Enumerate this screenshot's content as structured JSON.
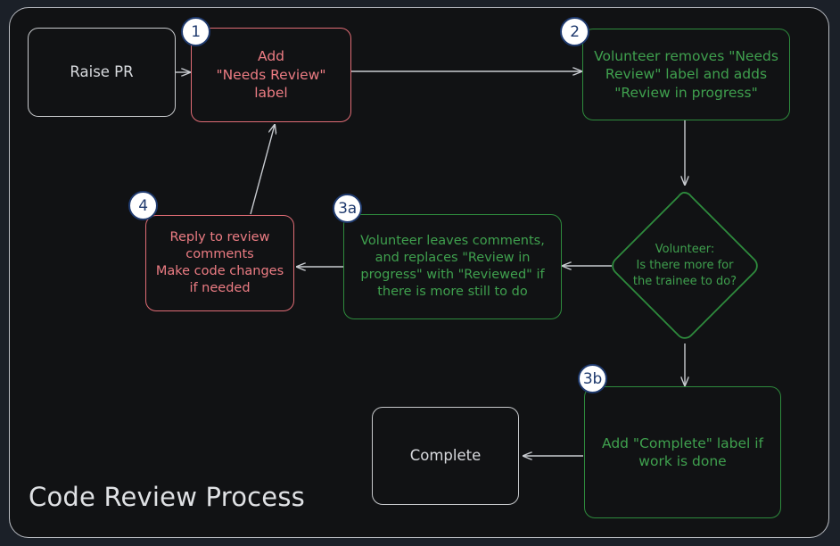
{
  "diagram": {
    "title": "Code Review Process",
    "type": "flowchart",
    "theme": {
      "page_background": "#1b2028",
      "panel_background": "#111214",
      "frame_border": "#b9bcc2",
      "neutral_node_border": "#c8cacd",
      "neutral_node_text": "#d8dade",
      "red_node_border": "#e06c75",
      "red_node_text": "#ec7c83",
      "green_node_border": "#2e8b3d",
      "green_node_text": "#3fa04e",
      "arrow_color": "#c9ccd1",
      "badge_fill": "#ffffff",
      "badge_border": "#1f3a6e",
      "badge_text": "#1f3a6e",
      "title_color": "#dfe1e4"
    },
    "nodes": [
      {
        "id": "raise-pr",
        "shape": "rounded-rect",
        "style": "neutral",
        "badge": null,
        "text": "Raise PR"
      },
      {
        "id": "add-needs-review-label",
        "shape": "rounded-rect",
        "style": "red",
        "badge": "1",
        "text": "Add\n\"Needs Review\"\nlabel",
        "lines": [
          "Add",
          "\"Needs Review\"",
          "label"
        ]
      },
      {
        "id": "volunteer-swaps-label",
        "shape": "rounded-rect",
        "style": "green",
        "badge": "2",
        "text": "Volunteer removes \"Needs Review\" label and adds \"Review in progress\"",
        "lines": [
          "Volunteer removes \"Needs",
          "Review\" label and adds",
          "\"Review in progress\""
        ]
      },
      {
        "id": "decision-more-for-trainee",
        "shape": "diamond",
        "style": "green",
        "badge": null,
        "text": "Volunteer: Is there more for the trainee to do?",
        "lines": [
          "Volunteer:",
          "Is there more for",
          "the trainee to do?"
        ]
      },
      {
        "id": "volunteer-leaves-comments",
        "shape": "rounded-rect",
        "style": "green",
        "badge": "3a",
        "text": "Volunteer leaves comments, and replaces \"Review in progress\" with \"Reviewed\" if there is more still to do",
        "lines": [
          "Volunteer leaves comments,",
          "and replaces \"Review in",
          "progress\" with \"Reviewed\" if",
          "there is more still to do"
        ]
      },
      {
        "id": "reply-to-review-comments",
        "shape": "rounded-rect",
        "style": "red",
        "badge": "4",
        "text": "Reply to review comments Make code changes if needed",
        "lines": [
          "Reply to review",
          "comments",
          "Make code changes",
          "if needed"
        ]
      },
      {
        "id": "add-complete-label",
        "shape": "rounded-rect",
        "style": "green",
        "badge": "3b",
        "text": "Add \"Complete\" label if work is done",
        "lines": [
          "Add \"Complete\" label if",
          "work is done"
        ]
      },
      {
        "id": "complete",
        "shape": "rounded-rect",
        "style": "neutral",
        "badge": null,
        "text": "Complete"
      }
    ],
    "edges": [
      {
        "from": "raise-pr",
        "to": "add-needs-review-label",
        "label": ""
      },
      {
        "from": "add-needs-review-label",
        "to": "volunteer-swaps-label",
        "label": ""
      },
      {
        "from": "volunteer-swaps-label",
        "to": "decision-more-for-trainee",
        "label": ""
      },
      {
        "from": "decision-more-for-trainee",
        "to": "volunteer-leaves-comments",
        "label": ""
      },
      {
        "from": "decision-more-for-trainee",
        "to": "add-complete-label",
        "label": ""
      },
      {
        "from": "volunteer-leaves-comments",
        "to": "reply-to-review-comments",
        "label": ""
      },
      {
        "from": "reply-to-review-comments",
        "to": "add-needs-review-label",
        "label": ""
      },
      {
        "from": "add-complete-label",
        "to": "complete",
        "label": ""
      }
    ],
    "badges": [
      "1",
      "2",
      "3a",
      "3b",
      "4"
    ]
  }
}
